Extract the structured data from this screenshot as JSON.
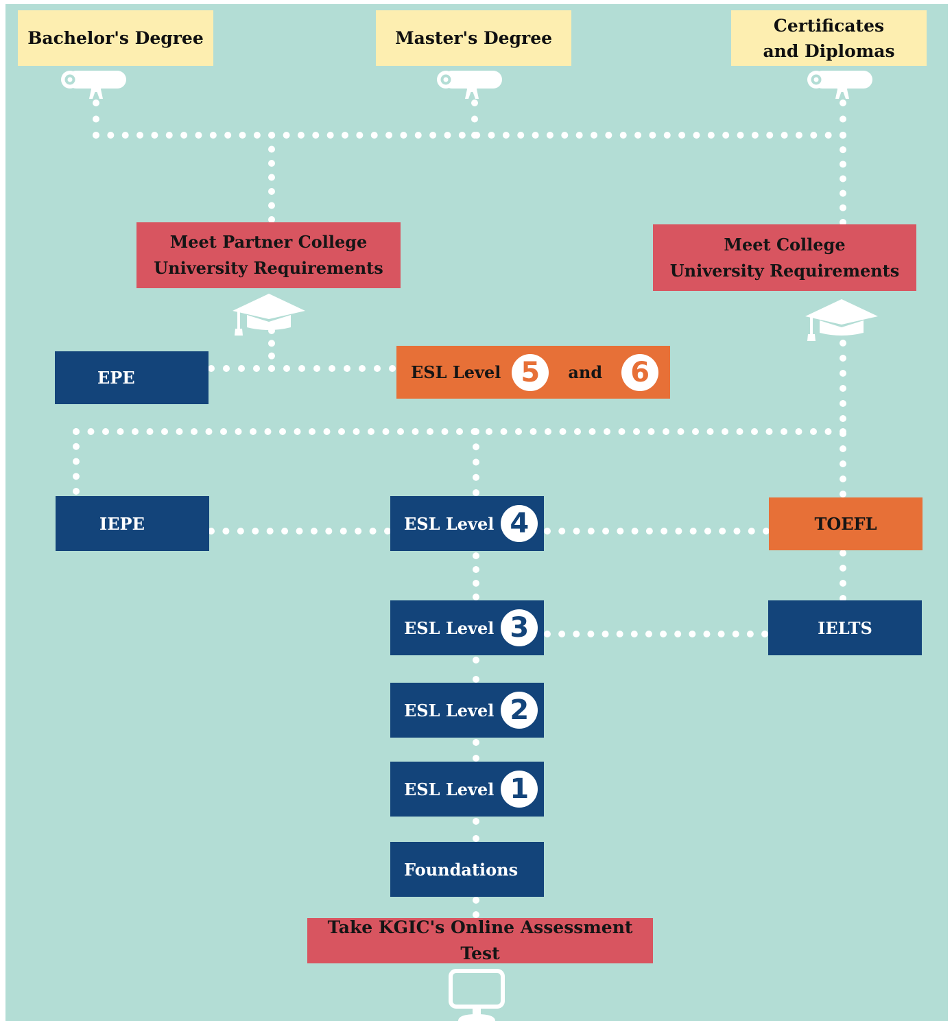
{
  "degrees": {
    "bachelor": "Bachelor's Degree",
    "master": "Master's Degree",
    "certificates_line1": "Certificates",
    "certificates_line2": "and Diplomas"
  },
  "requirements": {
    "partner_line1": "Meet Partner College",
    "partner_line2": "University Requirements",
    "college_line1": "Meet College",
    "college_line2": "University Requirements"
  },
  "exams": {
    "epe": "EPE",
    "iepe": "IEPE",
    "toefl": "TOEFL",
    "ielts": "IELTS"
  },
  "esl": {
    "label": "ESL Level",
    "and": "and",
    "level5": "5",
    "level6": "6",
    "level4": "4",
    "level3": "3",
    "level2": "2",
    "level1": "1"
  },
  "foundations": "Foundations",
  "assessment": "Take KGIC's Online Assessment Test",
  "colors": {
    "background": "#b3ddd5",
    "navy": "#13447a",
    "red": "#d85560",
    "orange": "#e77037",
    "yellow": "#fdeeb0"
  },
  "icons": {
    "diploma": "diploma-scroll-icon",
    "cap": "graduation-cap-icon",
    "computer": "computer-monitor-icon"
  }
}
